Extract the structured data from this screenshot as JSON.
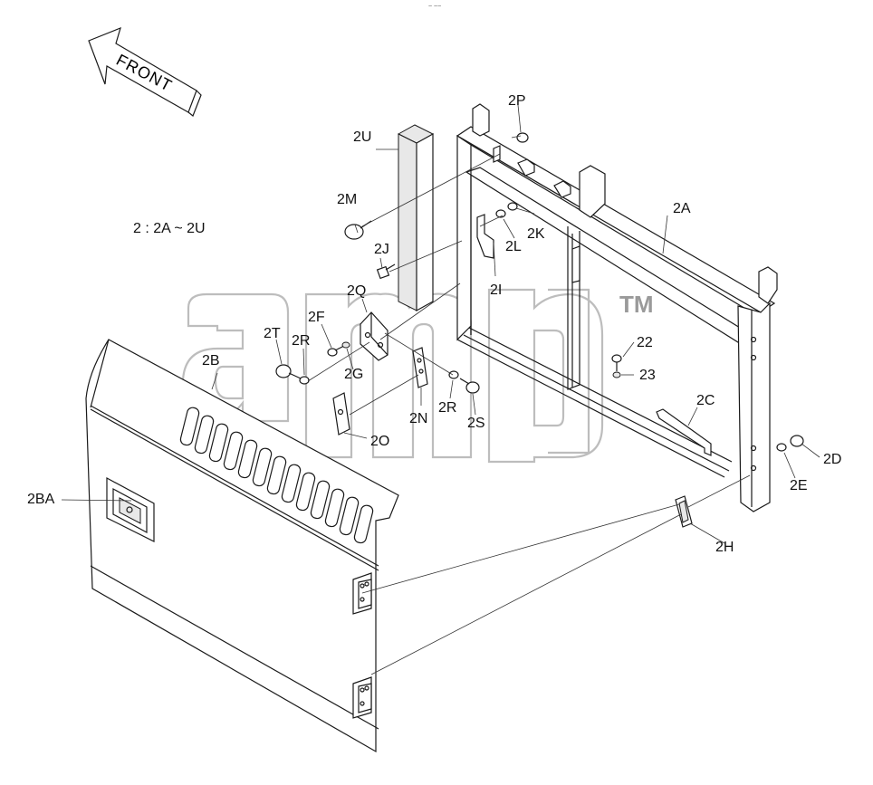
{
  "direction_label": "FRONT",
  "group_note": "2 : 2A ~ 2U",
  "trademark": "TM",
  "watermark_text": "amb",
  "top_marks": "~ ~~",
  "callouts": [
    "2P",
    "2U",
    "2A",
    "2M",
    "2K",
    "2L",
    "2J",
    "2I",
    "2Q",
    "2F",
    "2T",
    "2R",
    "2G",
    "2B",
    "2N",
    "2R",
    "2S",
    "2O",
    "22",
    "23",
    "2C",
    "2D",
    "2E",
    "2BA",
    "2H"
  ],
  "colors": {
    "line": "#1a1a1a",
    "watermark": "#bfbfbf",
    "background": "#ffffff"
  }
}
